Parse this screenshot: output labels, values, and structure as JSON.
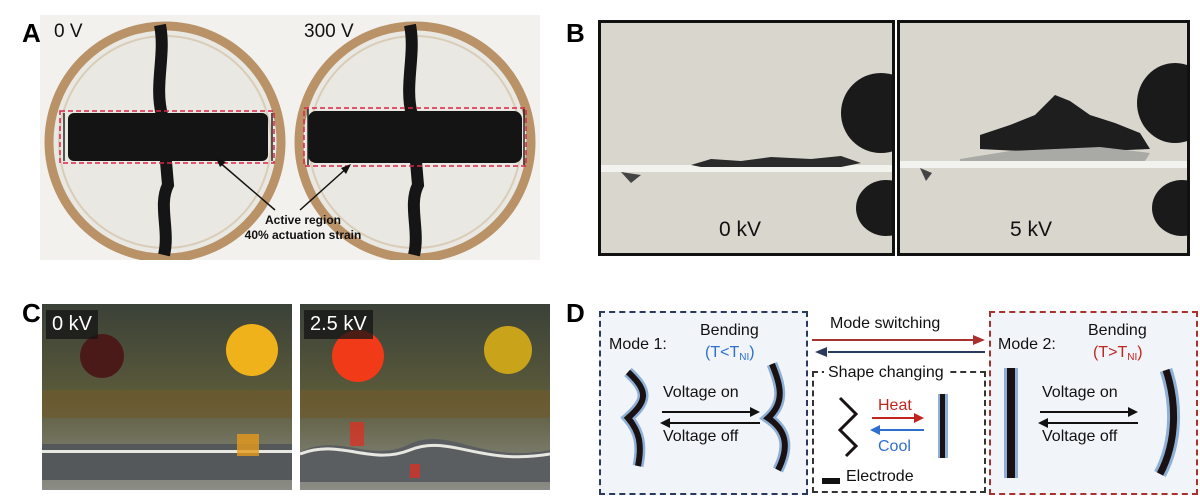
{
  "panel_labels": {
    "a": "A",
    "b": "B",
    "c": "C",
    "d": "D"
  },
  "panel_a": {
    "left_voltage": "0 V",
    "right_voltage": "300 V",
    "annotation_line1": "Active region",
    "annotation_line2": "40% actuation strain"
  },
  "panel_b": {
    "left_label": "0 kV",
    "right_label": "5 kV"
  },
  "panel_c": {
    "left_label": "0 kV",
    "right_label": "2.5 kV"
  },
  "panel_d": {
    "mode1": "Mode 1:",
    "mode2": "Mode 2:",
    "bending": "Bending",
    "cond1_pre": "(T<T",
    "cond1_sub": "NI",
    "cond1_post": ")",
    "cond2_pre": "(T>T",
    "cond2_sub": "NI",
    "cond2_post": ")",
    "mode_switching": "Mode switching",
    "shape_changing": "Shape changing",
    "voltage_on": "Voltage on",
    "voltage_off": "Voltage off",
    "heat": "Heat",
    "cool": "Cool",
    "electrode": "Electrode",
    "colors": {
      "blue_box": "#2a3a5e",
      "red_box": "#a8322d",
      "heat": "#c0261f",
      "cool": "#2f6fd0",
      "cond1": "#2f6fd0",
      "cond2": "#c0261f"
    }
  }
}
